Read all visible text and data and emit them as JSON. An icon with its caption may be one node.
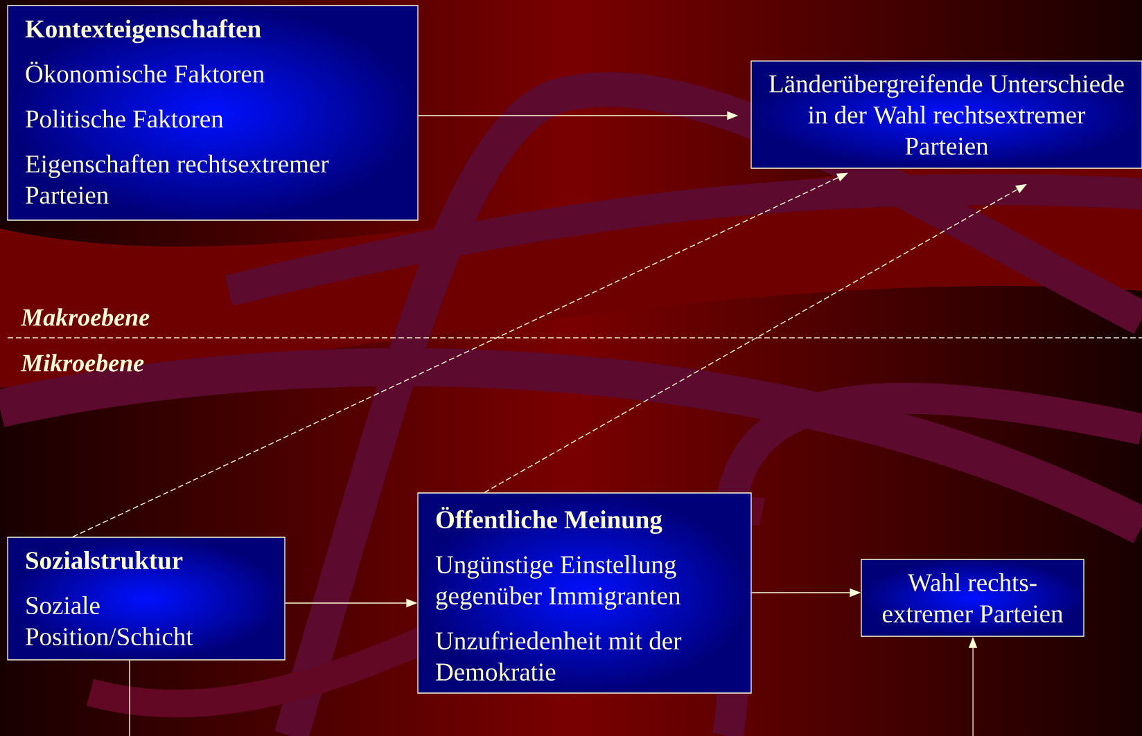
{
  "diagram": {
    "nodes": [
      {
        "text": [
          "Kontexteigenschaften",
          "Ökonomische Faktoren",
          "Politische Faktoren",
          "Eigenschaften rechtsextremer Parteien"
        ]
      },
      {
        "text": [
          "Länderübergreifende Unterschiede in der Wahl rechtsextremer Parteien"
        ]
      },
      {
        "text": [
          "Sozialstruktur",
          "Soziale Position/Schicht"
        ]
      },
      {
        "text": [
          "Öffentliche Meinung",
          "Ungünstige Einstellung gegenüber Immigranten",
          "Unzufriedenheit mit der Demokratie"
        ]
      },
      {
        "text": [
          "Wahl rechts-extremer Parteien"
        ]
      }
    ],
    "edges": [
      {
        "from": 0,
        "to": 1,
        "arrow": "to"
      },
      {
        "from": 2,
        "to": 1,
        "arrow": "to",
        "style": "dashed"
      },
      {
        "from": 3,
        "to": 1,
        "arrow": "to",
        "style": "dashed"
      },
      {
        "from": 2,
        "to": 3,
        "arrow": "to"
      },
      {
        "from": 3,
        "to": 4,
        "arrow": "to"
      },
      {
        "from": 2,
        "to": null,
        "arrow": "none"
      },
      {
        "from": null,
        "to": 4,
        "arrow": "to"
      }
    ],
    "labels": [
      "Makroebene",
      "Mikroebene"
    ]
  }
}
